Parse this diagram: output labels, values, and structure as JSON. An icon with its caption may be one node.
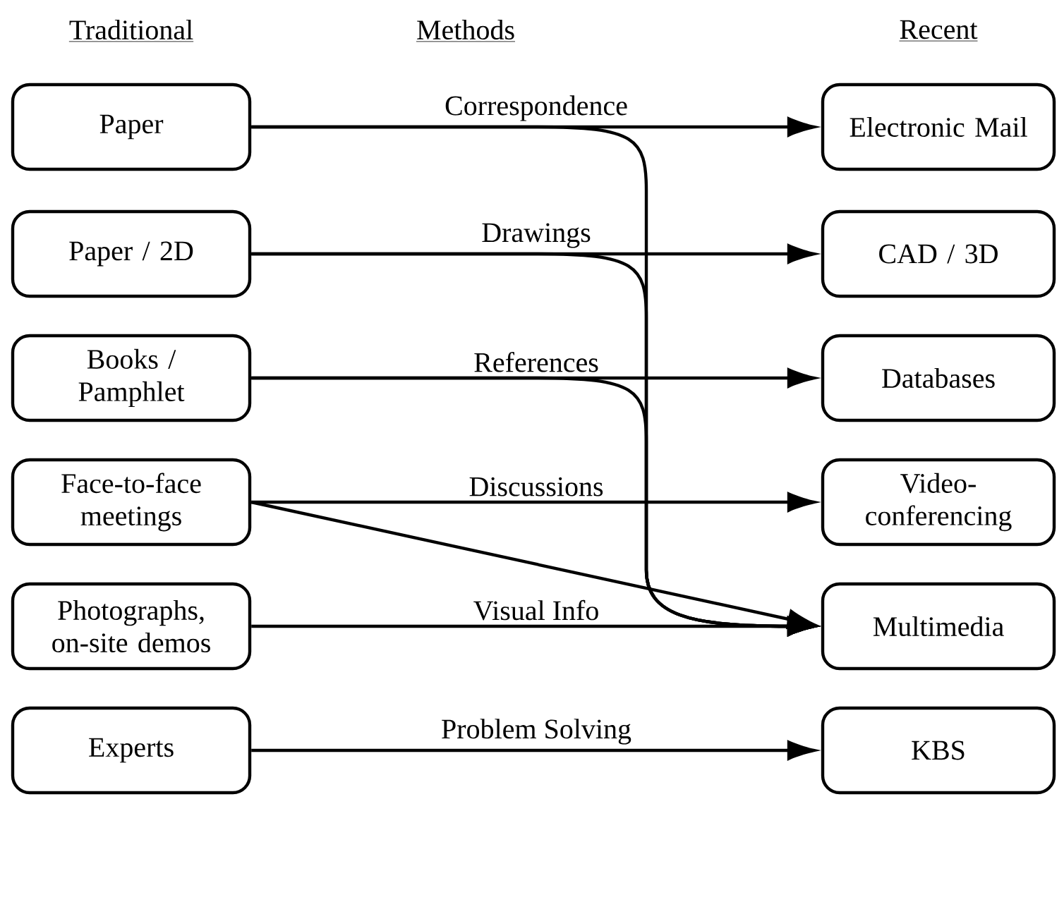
{
  "diagram": {
    "nodes": [
      {
        "text": [
          "Paper"
        ]
      },
      {
        "text": [
          "Electronic Mail"
        ]
      },
      {
        "text": [
          "Paper / 2D"
        ]
      },
      {
        "text": [
          "CAD / 3D"
        ]
      },
      {
        "text": [
          "Books / Pamphlet"
        ]
      },
      {
        "text": [
          "Databases"
        ]
      },
      {
        "text": [
          "Face-to-face meetings"
        ]
      },
      {
        "text": [
          "Video- conferencing"
        ]
      },
      {
        "text": [
          "Photographs, on-site demos"
        ]
      },
      {
        "text": [
          "Multimedia"
        ]
      },
      {
        "text": [
          "Experts"
        ]
      },
      {
        "text": [
          "KBS"
        ]
      }
    ],
    "edges": [
      {
        "from": 0,
        "to": 1,
        "arrow": "to",
        "label": "Correspondence"
      },
      {
        "from": 2,
        "to": 3,
        "arrow": "to",
        "label": "Drawings"
      },
      {
        "from": 4,
        "to": 5,
        "arrow": "to",
        "label": "References"
      },
      {
        "from": 6,
        "to": 7,
        "arrow": "to",
        "label": "Discussions"
      },
      {
        "from": 8,
        "to": 9,
        "arrow": "to",
        "label": "Visual Info"
      },
      {
        "from": 10,
        "to": 11,
        "arrow": "to",
        "label": "Problem Solving"
      },
      {
        "from": 0,
        "to": 9,
        "arrow": "to"
      },
      {
        "from": 2,
        "to": 9,
        "arrow": "to"
      },
      {
        "from": 4,
        "to": 9,
        "arrow": "to"
      },
      {
        "from": 6,
        "to": 9,
        "arrow": "to"
      }
    ],
    "labels": [
      "Traditional",
      "Methods",
      "Recent"
    ]
  }
}
